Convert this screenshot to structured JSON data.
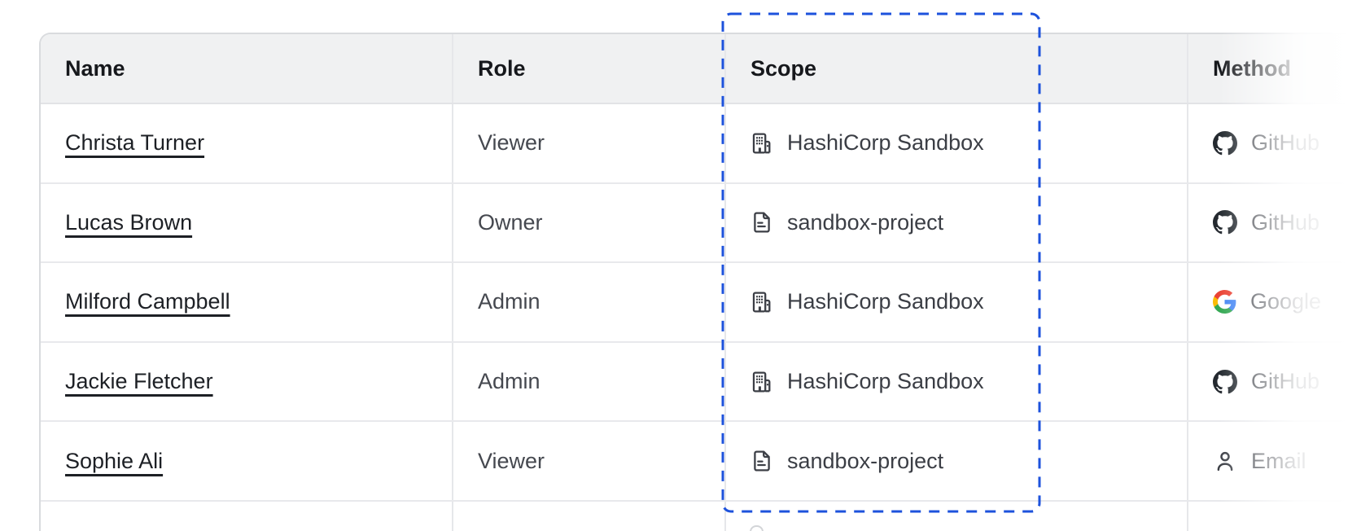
{
  "table": {
    "headers": [
      "Name",
      "Role",
      "Scope",
      "Method"
    ],
    "rows": [
      {
        "name": "Christa Turner",
        "role": "Viewer",
        "scope": {
          "icon": "organization-icon",
          "label": "HashiCorp Sandbox"
        },
        "method": {
          "icon": "github-icon",
          "label": "GitHub"
        }
      },
      {
        "name": "Lucas Brown",
        "role": "Owner",
        "scope": {
          "icon": "project-file-icon",
          "label": "sandbox-project"
        },
        "method": {
          "icon": "github-icon",
          "label": "GitHub"
        }
      },
      {
        "name": "Milford Campbell",
        "role": "Admin",
        "scope": {
          "icon": "organization-icon",
          "label": "HashiCorp Sandbox"
        },
        "method": {
          "icon": "google-icon",
          "label": "Google"
        }
      },
      {
        "name": "Jackie Fletcher",
        "role": "Admin",
        "scope": {
          "icon": "organization-icon",
          "label": "HashiCorp Sandbox"
        },
        "method": {
          "icon": "github-icon",
          "label": "GitHub"
        }
      },
      {
        "name": "Sophie Ali",
        "role": "Viewer",
        "scope": {
          "icon": "project-file-icon",
          "label": "sandbox-project"
        },
        "method": {
          "icon": "person-icon",
          "label": "Email"
        }
      }
    ]
  },
  "highlight": {
    "target_column": "Scope",
    "style": "dashed-rectangle",
    "color": "#1d52dc"
  },
  "colors": {
    "header_bg": "#f0f1f2",
    "github_brand": "#24292f",
    "google_blue": "#4285F4",
    "google_green": "#34A853",
    "google_yellow": "#FBBC05",
    "google_red": "#EA4335"
  }
}
